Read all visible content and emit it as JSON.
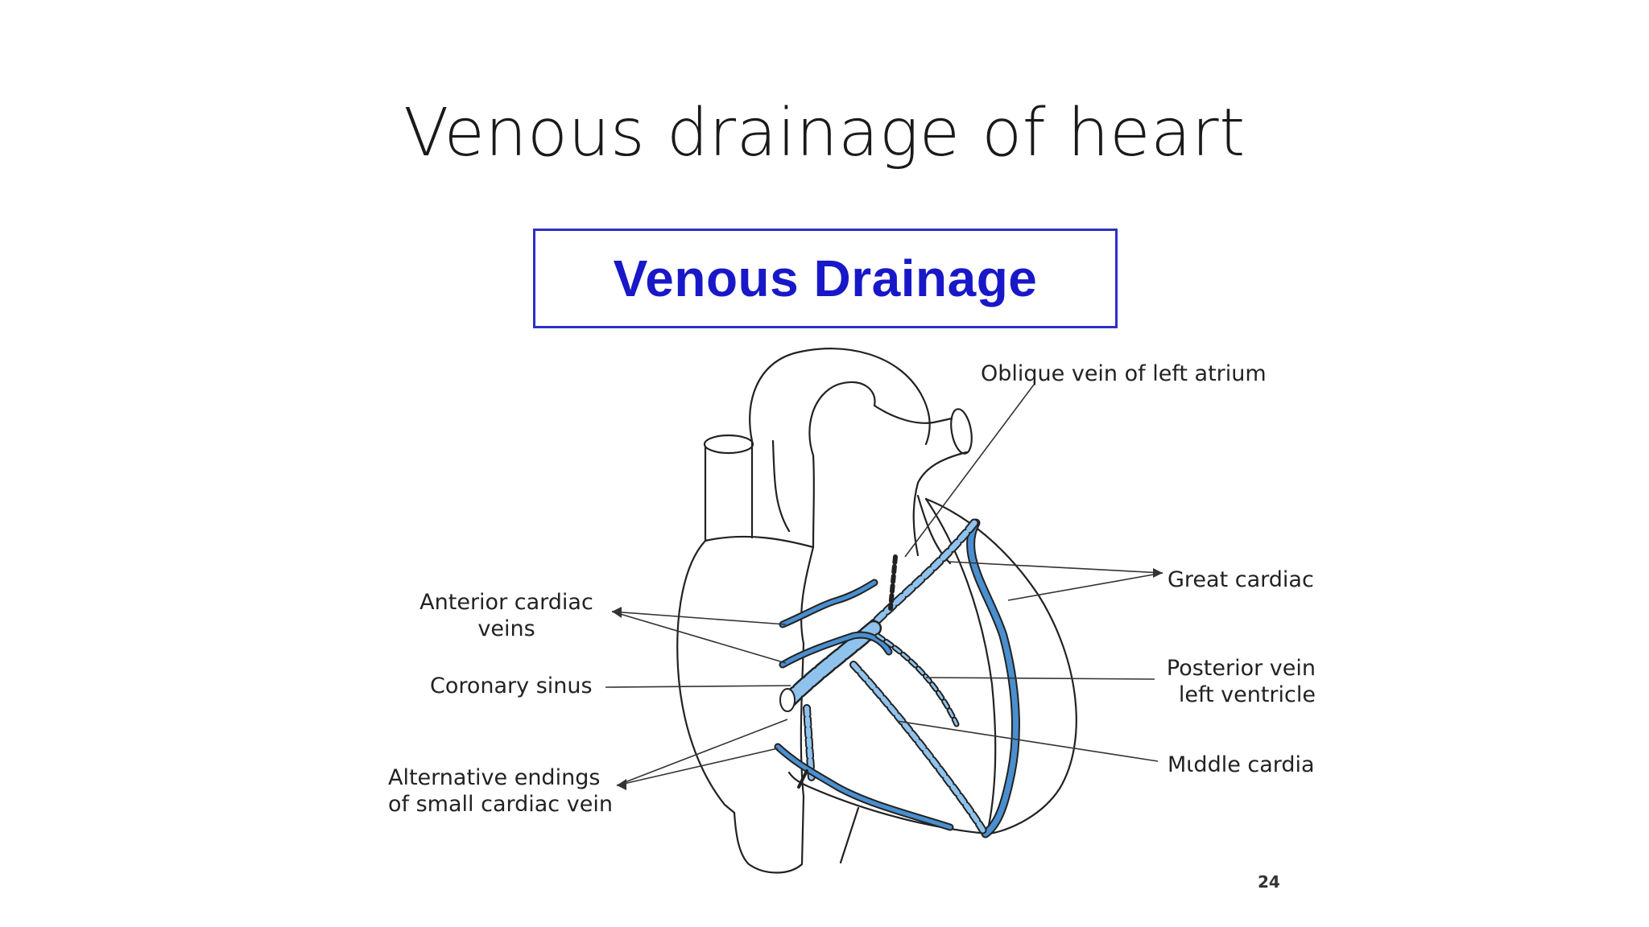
{
  "slide": {
    "title": "Venous drainage of heart",
    "box_title": "Venous Drainage",
    "page_number": "24"
  },
  "labels": {
    "oblique_vein": "Oblique vein of left atrium",
    "great_cardiac": "Great cardiac",
    "anterior_cardiac_line1": "Anterior cardiac",
    "anterior_cardiac_line2": "veins",
    "coronary_sinus": "Coronary sinus",
    "posterior_vein_line1": "Posterior vein",
    "posterior_vein_line2": "left ventricle",
    "middle_cardiac": "Mιddle cardia",
    "alternative_line1": "Alternative endings",
    "alternative_line2": "of small cardiac vein"
  },
  "colors": {
    "vein_blue": "#4a8fcf",
    "vein_light": "#8fc3ee",
    "outline": "#222222",
    "box_border": "#2f2fc8",
    "box_text": "#1818c8"
  }
}
